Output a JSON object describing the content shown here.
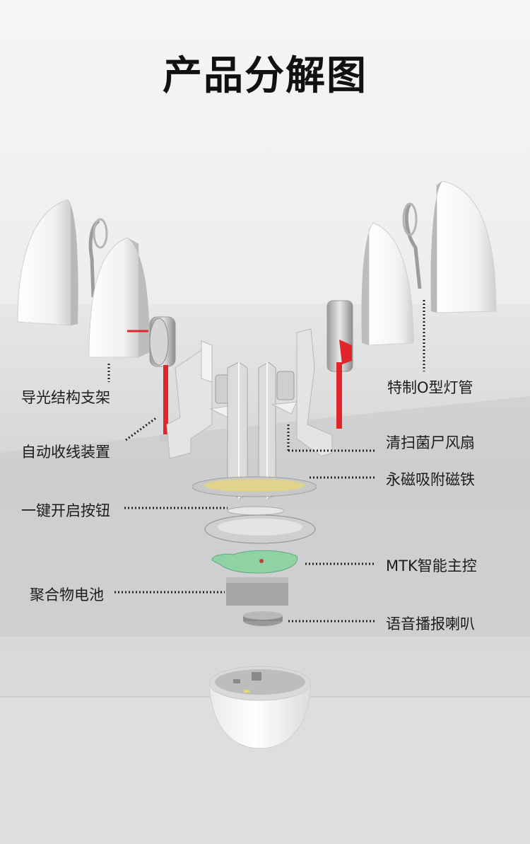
{
  "title": "产品分解图",
  "labels": {
    "light_guide_bracket": "导光结构支架",
    "auto_retract_device": "自动收线装置",
    "one_key_button": "一键开启按钮",
    "polymer_battery": "聚合物电池",
    "o_type_lamp": "特制O型灯管",
    "sterilizing_fan": "清扫菌尸风扇",
    "magnet": "永磁吸附磁铁",
    "mtk_controller": "MTK智能主控",
    "voice_speaker": "语音播报喇叭"
  },
  "colors": {
    "accent_red": "#e0262b",
    "pcb_green": "#8fd3a4",
    "shell_white": "#f6f6f4"
  }
}
